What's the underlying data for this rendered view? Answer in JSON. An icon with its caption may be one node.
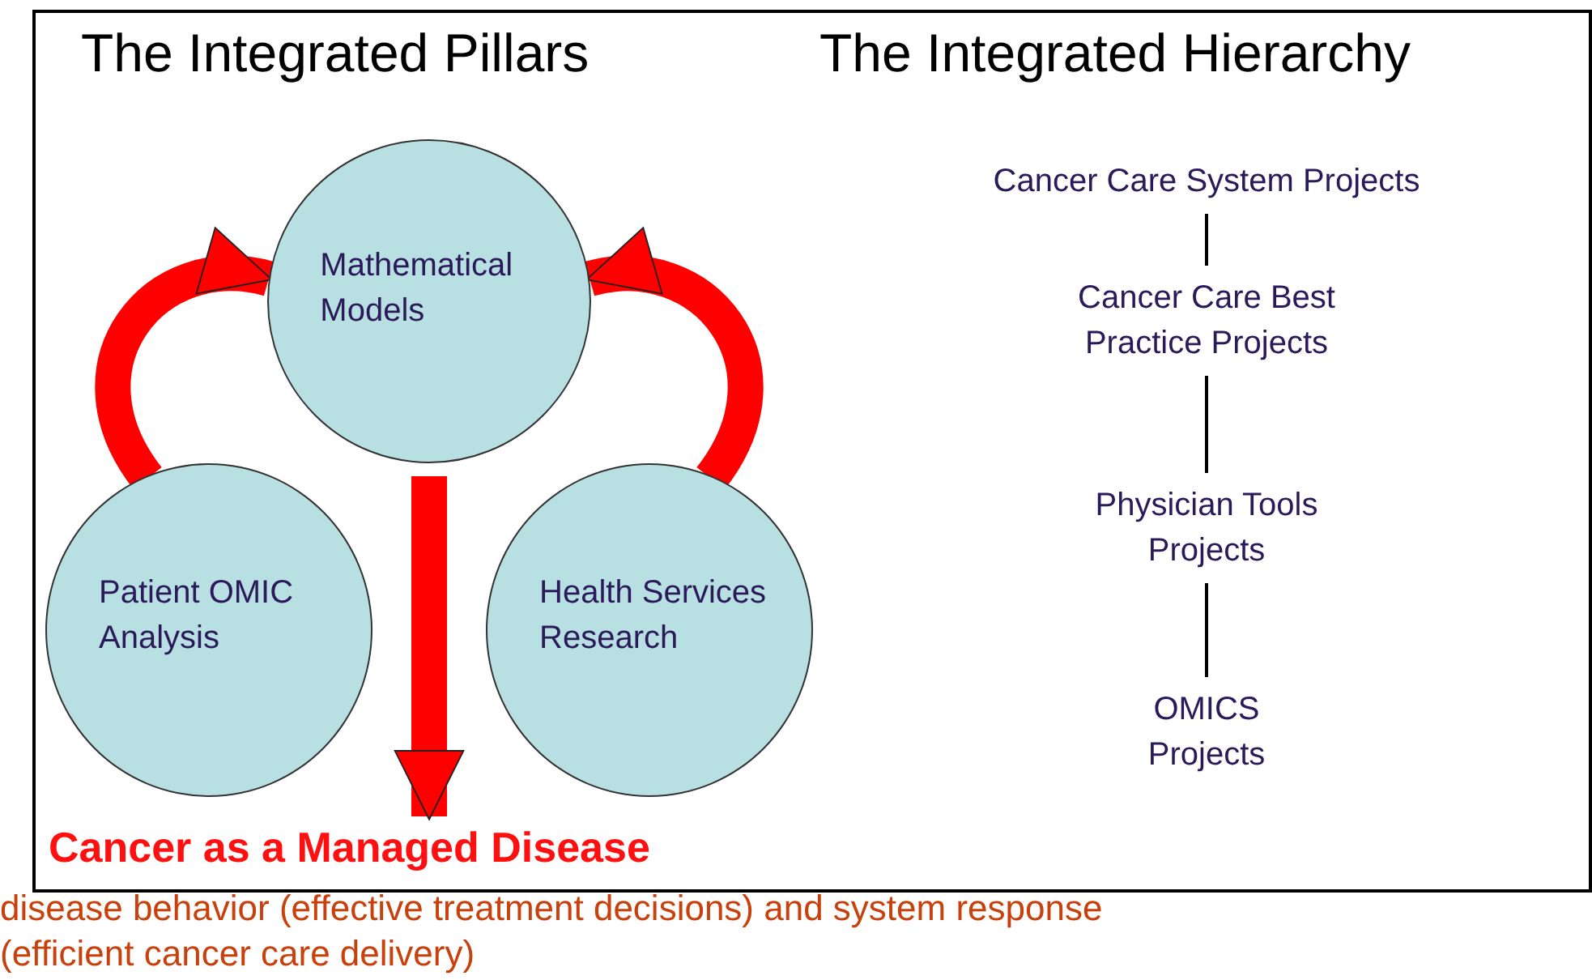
{
  "diagram": {
    "nodes": [
      {
        "text": [
          "Mathematical Models"
        ]
      },
      {
        "text": [
          "Patient OMIC Analysis"
        ]
      },
      {
        "text": [
          "Health Services Research"
        ]
      },
      {
        "text": [
          "Cancer as a Managed Disease"
        ]
      },
      {
        "text": [
          "Cancer Care System Projects"
        ]
      },
      {
        "text": [
          "Cancer Care Best Practice Projects"
        ]
      },
      {
        "text": [
          "Physician Tools Projects"
        ]
      },
      {
        "text": [
          "OMICS Projects"
        ]
      }
    ],
    "edges": [
      {
        "from": 1,
        "to": 0,
        "arrow": "to",
        "style": "thick",
        "color": "#ff0000"
      },
      {
        "from": 2,
        "to": 0,
        "arrow": "to",
        "style": "thick",
        "color": "#ff0000"
      },
      {
        "from": 0,
        "to": 3,
        "arrow": "to",
        "style": "thick",
        "color": "#ff0000"
      },
      {
        "from": 4,
        "to": 5,
        "arrow": "none",
        "color": "#000000"
      },
      {
        "from": 5,
        "to": 6,
        "arrow": "none",
        "color": "#000000"
      },
      {
        "from": 6,
        "to": 7,
        "arrow": "none",
        "color": "#000000"
      }
    ],
    "labels": [
      "The Integrated Pillars",
      "The Integrated Hierarchy",
      "disease behavior (effective treatment decisions) and system response",
      "(efficient cancer care delivery)"
    ]
  }
}
